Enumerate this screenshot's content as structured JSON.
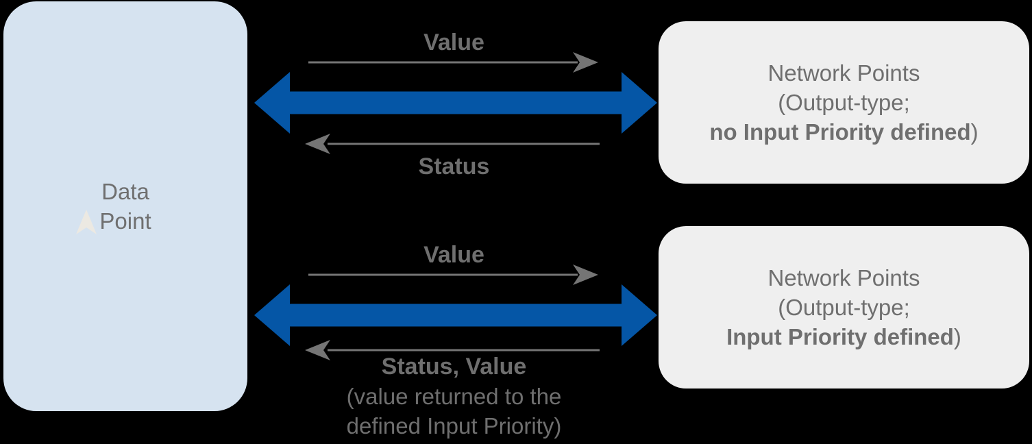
{
  "palette": {
    "bg": "#000000",
    "left_box": "#d6e3f0",
    "right_box": "#efefef",
    "text": "#6f6f6f",
    "arrow_gray": "#757575",
    "blue": "#0556a6",
    "cursor": "#ece9e2"
  },
  "left_box": {
    "label_line1": "Data",
    "label_line2": "Point"
  },
  "right_boxes": [
    {
      "line1": "Network Points",
      "line2": "(Output-type;",
      "line3_bold": "no Input Priority defined",
      "line3_suffix": ")"
    },
    {
      "line1": "Network Points",
      "line2": "(Output-type;",
      "line3_bold": "Input Priority defined",
      "line3_suffix": ")"
    }
  ],
  "flows": [
    {
      "forward_label": "Value",
      "back_label": "Status"
    },
    {
      "forward_label": "Value",
      "back_label": "Status, Value",
      "back_note_line1": "(value returned to the",
      "back_note_line2": "defined Input Priority)"
    }
  ],
  "icons": {
    "cursor": "up-cursor-icon"
  }
}
